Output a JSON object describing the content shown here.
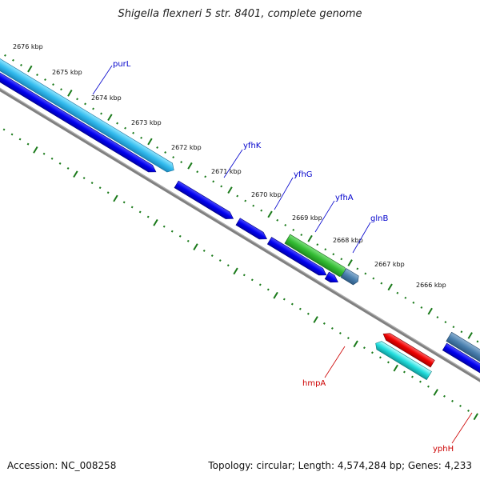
{
  "title": "Shigella flexneri 5 str. 8401, complete genome",
  "footer": {
    "accession": "Accession: NC_008258",
    "topology": "Topology: circular; Length: 4,574,284 bp; Genes: 4,233"
  },
  "colors": {
    "backbone": "#808080",
    "tick": "#1a7a1a",
    "gene_label_forward": "#0000cc",
    "gene_label_reverse": "#cc0000"
  },
  "kbp_labels": [
    "2676 kbp",
    "2675 kbp",
    "2674 kbp",
    "2673 kbp",
    "2672 kbp",
    "2671 kbp",
    "2670 kbp",
    "2669 kbp",
    "2668 kbp",
    "2667 kbp",
    "2666 kbp"
  ],
  "gene_labels": [
    {
      "name": "purL",
      "strand": "forward"
    },
    {
      "name": "yfhK",
      "strand": "forward"
    },
    {
      "name": "yfhG",
      "strand": "forward"
    },
    {
      "name": "yfhA",
      "strand": "forward"
    },
    {
      "name": "glnB",
      "strand": "forward"
    },
    {
      "name": "hmpA",
      "strand": "reverse"
    },
    {
      "name": "yphH",
      "strand": "reverse"
    }
  ]
}
